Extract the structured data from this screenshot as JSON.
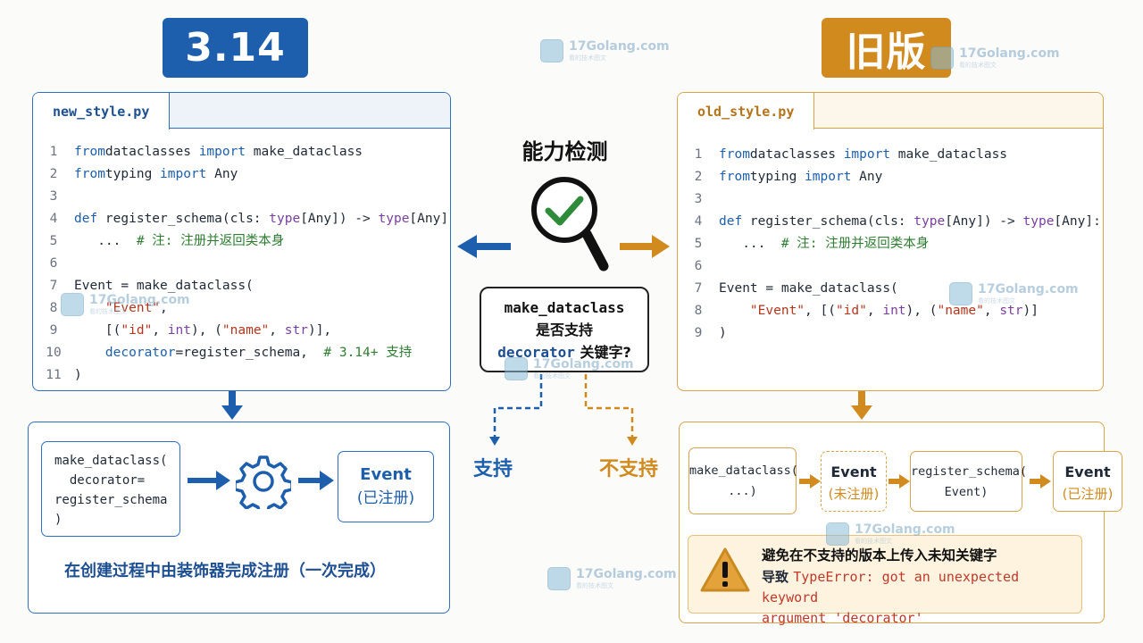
{
  "badges": {
    "new": "3.14",
    "old": "旧版"
  },
  "new_panel": {
    "filename": "new_style.py",
    "lines": [
      {
        "n": "1",
        "parts": [
          [
            "kw",
            "from"
          ],
          [
            "",
            "dataclasses "
          ],
          [
            "kw",
            "import"
          ],
          [
            "",
            " make_dataclass"
          ]
        ]
      },
      {
        "n": "2",
        "parts": [
          [
            "kw",
            "from"
          ],
          [
            "",
            "typing "
          ],
          [
            "kw",
            "import"
          ],
          [
            "",
            " Any"
          ]
        ]
      },
      {
        "n": "3",
        "parts": []
      },
      {
        "n": "4",
        "parts": [
          [
            "kw",
            "def"
          ],
          [
            "",
            " register_schema(cls: "
          ],
          [
            "ty",
            "type"
          ],
          [
            "",
            "[Any]) -> "
          ],
          [
            "ty",
            "type"
          ],
          [
            "",
            "[Any]:"
          ]
        ]
      },
      {
        "n": "5",
        "parts": [
          [
            "",
            "   ...  "
          ],
          [
            "cm",
            "# 注: 注册并返回类本身"
          ]
        ]
      },
      {
        "n": "6",
        "parts": []
      },
      {
        "n": "7",
        "parts": [
          [
            "",
            "Event = make_dataclass("
          ]
        ]
      },
      {
        "n": "8",
        "parts": [
          [
            "",
            "    "
          ],
          [
            "st",
            "\"Event\""
          ],
          [
            "",
            ","
          ]
        ]
      },
      {
        "n": "9",
        "parts": [
          [
            "",
            "    [("
          ],
          [
            "st",
            "\"id\""
          ],
          [
            "",
            ", "
          ],
          [
            "ty",
            "int"
          ],
          [
            "",
            "), ("
          ],
          [
            "st",
            "\"name\""
          ],
          [
            "",
            ", "
          ],
          [
            "ty",
            "str"
          ],
          [
            "",
            ")],"
          ]
        ]
      },
      {
        "n": "10",
        "parts": [
          [
            "",
            "    "
          ],
          [
            "kw",
            "decorator"
          ],
          [
            "",
            "=register_schema,  "
          ],
          [
            "cm",
            "# 3.14+ 支持"
          ]
        ]
      },
      {
        "n": "11",
        "parts": [
          [
            "",
            ")"
          ]
        ]
      }
    ]
  },
  "old_panel": {
    "filename": "old_style.py",
    "lines": [
      {
        "n": "1",
        "parts": [
          [
            "kw",
            "from"
          ],
          [
            "",
            "dataclasses "
          ],
          [
            "kw",
            "import"
          ],
          [
            "",
            " make_dataclass"
          ]
        ]
      },
      {
        "n": "2",
        "parts": [
          [
            "kw",
            "from"
          ],
          [
            "",
            "typing "
          ],
          [
            "kw",
            "import"
          ],
          [
            "",
            " Any"
          ]
        ]
      },
      {
        "n": "3",
        "parts": []
      },
      {
        "n": "4",
        "parts": [
          [
            "kw",
            "def"
          ],
          [
            "",
            " register_schema(cls: "
          ],
          [
            "ty",
            "type"
          ],
          [
            "",
            "[Any]) -> "
          ],
          [
            "ty",
            "type"
          ],
          [
            "",
            "[Any]:"
          ]
        ]
      },
      {
        "n": "5",
        "parts": [
          [
            "",
            "   ...  "
          ],
          [
            "cm",
            "# 注: 注册并返回类本身"
          ]
        ]
      },
      {
        "n": "6",
        "parts": []
      },
      {
        "n": "7",
        "parts": [
          [
            "",
            "Event = make_dataclass("
          ]
        ]
      },
      {
        "n": "8",
        "parts": [
          [
            "",
            "    "
          ],
          [
            "st",
            "\"Event\""
          ],
          [
            "",
            ", [("
          ],
          [
            "st",
            "\"id\""
          ],
          [
            "",
            ", "
          ],
          [
            "ty",
            "int"
          ],
          [
            "",
            "), ("
          ],
          [
            "st",
            "\"name\""
          ],
          [
            "",
            ", "
          ],
          [
            "ty",
            "str"
          ],
          [
            "",
            ")]"
          ]
        ]
      },
      {
        "n": "9",
        "parts": [
          [
            "",
            ")"
          ]
        ]
      }
    ]
  },
  "center": {
    "title": "能力检测",
    "q_line1": "make_dataclass",
    "q_line2": "是否支持",
    "q_kw": "decorator",
    "q_tail": " 关键字?",
    "yes": "支持",
    "no": "不支持"
  },
  "new_flow": {
    "call_lines": [
      "make_dataclass(",
      "  decorator=",
      "register_schema",
      ")"
    ],
    "event": "Event",
    "event_sub": "(已注册)",
    "caption": "在创建过程中由装饰器完成注册（一次完成）"
  },
  "old_flow": {
    "step1": [
      "make_dataclass(",
      "...)"
    ],
    "step2": "Event",
    "step2_sub": "(未注册)",
    "step3": [
      "register_schema(",
      "Event)"
    ],
    "step4": "Event",
    "step4_sub": "(已注册)",
    "warn_title": "避免在不支持的版本上传入未知关键字",
    "warn_prefix": "导致 ",
    "warn_err": "TypeError: got an unexpected keyword",
    "warn_err2": "argument 'decorator'"
  },
  "watermark": {
    "text": "17Golang.com",
    "sub": "看的技术图文"
  },
  "colors": {
    "blue": "#1d5fad",
    "orange": "#d08a1e"
  }
}
